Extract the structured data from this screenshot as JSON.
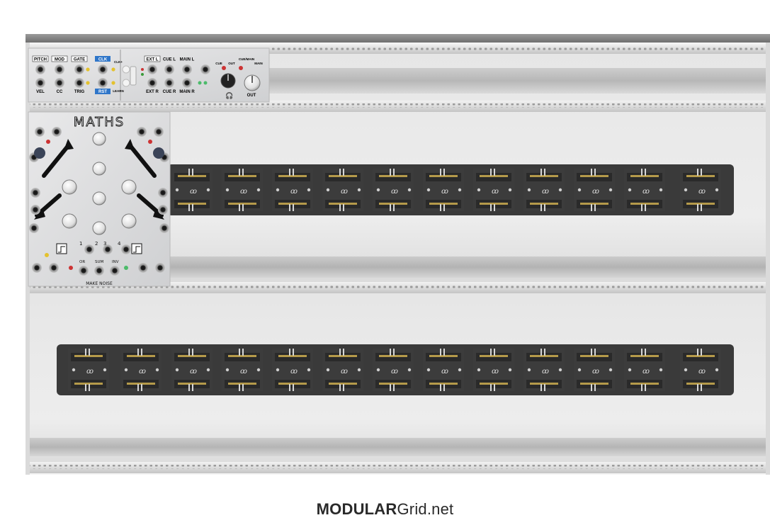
{
  "footer": {
    "brand_bold": "MODULAR",
    "brand_thin": "Grid.net"
  },
  "modules": {
    "interface": {
      "jack_labels_top": [
        "PITCH",
        "MOD",
        "GATE",
        "CLK"
      ],
      "jack_labels_bottom": [
        "VEL",
        "CC",
        "TRIG",
        "RST"
      ],
      "ext_label": "EXT L",
      "ext_label_bottom": "EXT R",
      "cue_top": "CUE L",
      "cue_bottom": "CUE R",
      "main_top": "MAIN L",
      "main_bottom": "MAIN R",
      "cue_small": "CUE",
      "out_small": "OUT",
      "cue_main": "CUE/MAIN",
      "main_small": "MAIN",
      "out_label": "OUT",
      "clk_plus": "CLK+",
      "learn": "LEARN"
    },
    "maths": {
      "logo": "MATHS",
      "maker": "MAKE NOISE",
      "ch_numbers": [
        "1",
        "2",
        "3",
        "4"
      ],
      "bus_labels": [
        "OR",
        "SUM",
        "INV"
      ]
    }
  }
}
